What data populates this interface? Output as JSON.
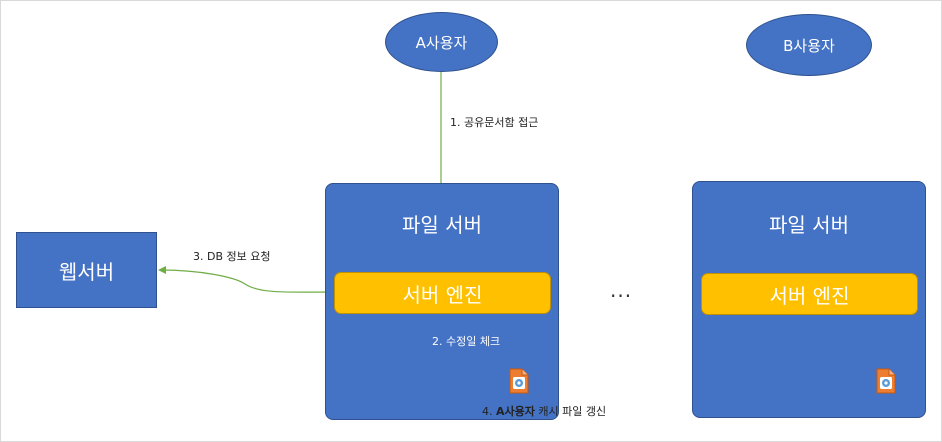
{
  "users": {
    "a": "A사용자",
    "b": "B사용자"
  },
  "web_server": "웹서버",
  "servers": [
    {
      "title": "파일 서버",
      "engine": "서버 엔진"
    },
    {
      "title": "파일 서버",
      "engine": "서버 엔진"
    }
  ],
  "ellipsis": "...",
  "steps": {
    "step1": "1. 공유문서함 접근",
    "step2": "2. 수정일 체크",
    "step3": "3. DB 정보 요청",
    "step4_prefix": "4. ",
    "step4_bold": "A사용자",
    "step4_suffix": " 캐시 파일 갱신"
  },
  "colors": {
    "node_blue": "#4472c4",
    "engine_yellow": "#ffc000",
    "file_orange": "#ed7d31",
    "arrow_green": "#70ad47",
    "arrow_red": "#e02020"
  }
}
